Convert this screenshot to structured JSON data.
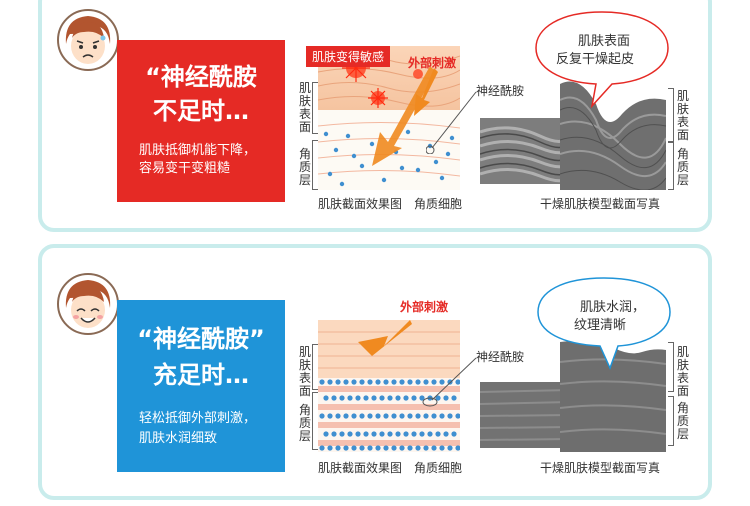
{
  "top": {
    "title_line1": "“神经酰胺",
    "title_line2": "不足时…",
    "desc_line1": "肌肤抵御机能下降，",
    "desc_line2": "容易变干变粗糙",
    "tag_sensitive": "肌肤变得敏感",
    "external": "外部刺激",
    "skin_surface": "肌肤表面",
    "stratum": "角质层",
    "ceramide": "神经酰胺",
    "cross_section": "肌肤截面效果图",
    "corneocyte": "角质细胞",
    "photo_caption": "干燥肌肤模型截面写真",
    "bubble_line1": "肌肤表面",
    "bubble_line2": "反复干燥起皮",
    "colors": {
      "accent": "#e52a25"
    }
  },
  "bottom": {
    "title_line1": "“神经酰胺”",
    "title_line2": "充足时…",
    "desc_line1": "轻松抵御外部刺激，",
    "desc_line2": "肌肤水润细致",
    "external": "外部刺激",
    "skin_surface": "肌肤表面",
    "stratum": "角质层",
    "ceramide": "神经酰胺",
    "cross_section": "肌肤截面效果图",
    "corneocyte": "角质细胞",
    "photo_caption": "干燥肌肤模型截面写真",
    "bubble_line1": "肌肤水润，",
    "bubble_line2": "纹理清晰",
    "colors": {
      "accent": "#1f94d8"
    }
  },
  "icons": [
    "sad-face-icon",
    "happy-face-icon",
    "speech-bubble-icon",
    "arrow-icon"
  ]
}
